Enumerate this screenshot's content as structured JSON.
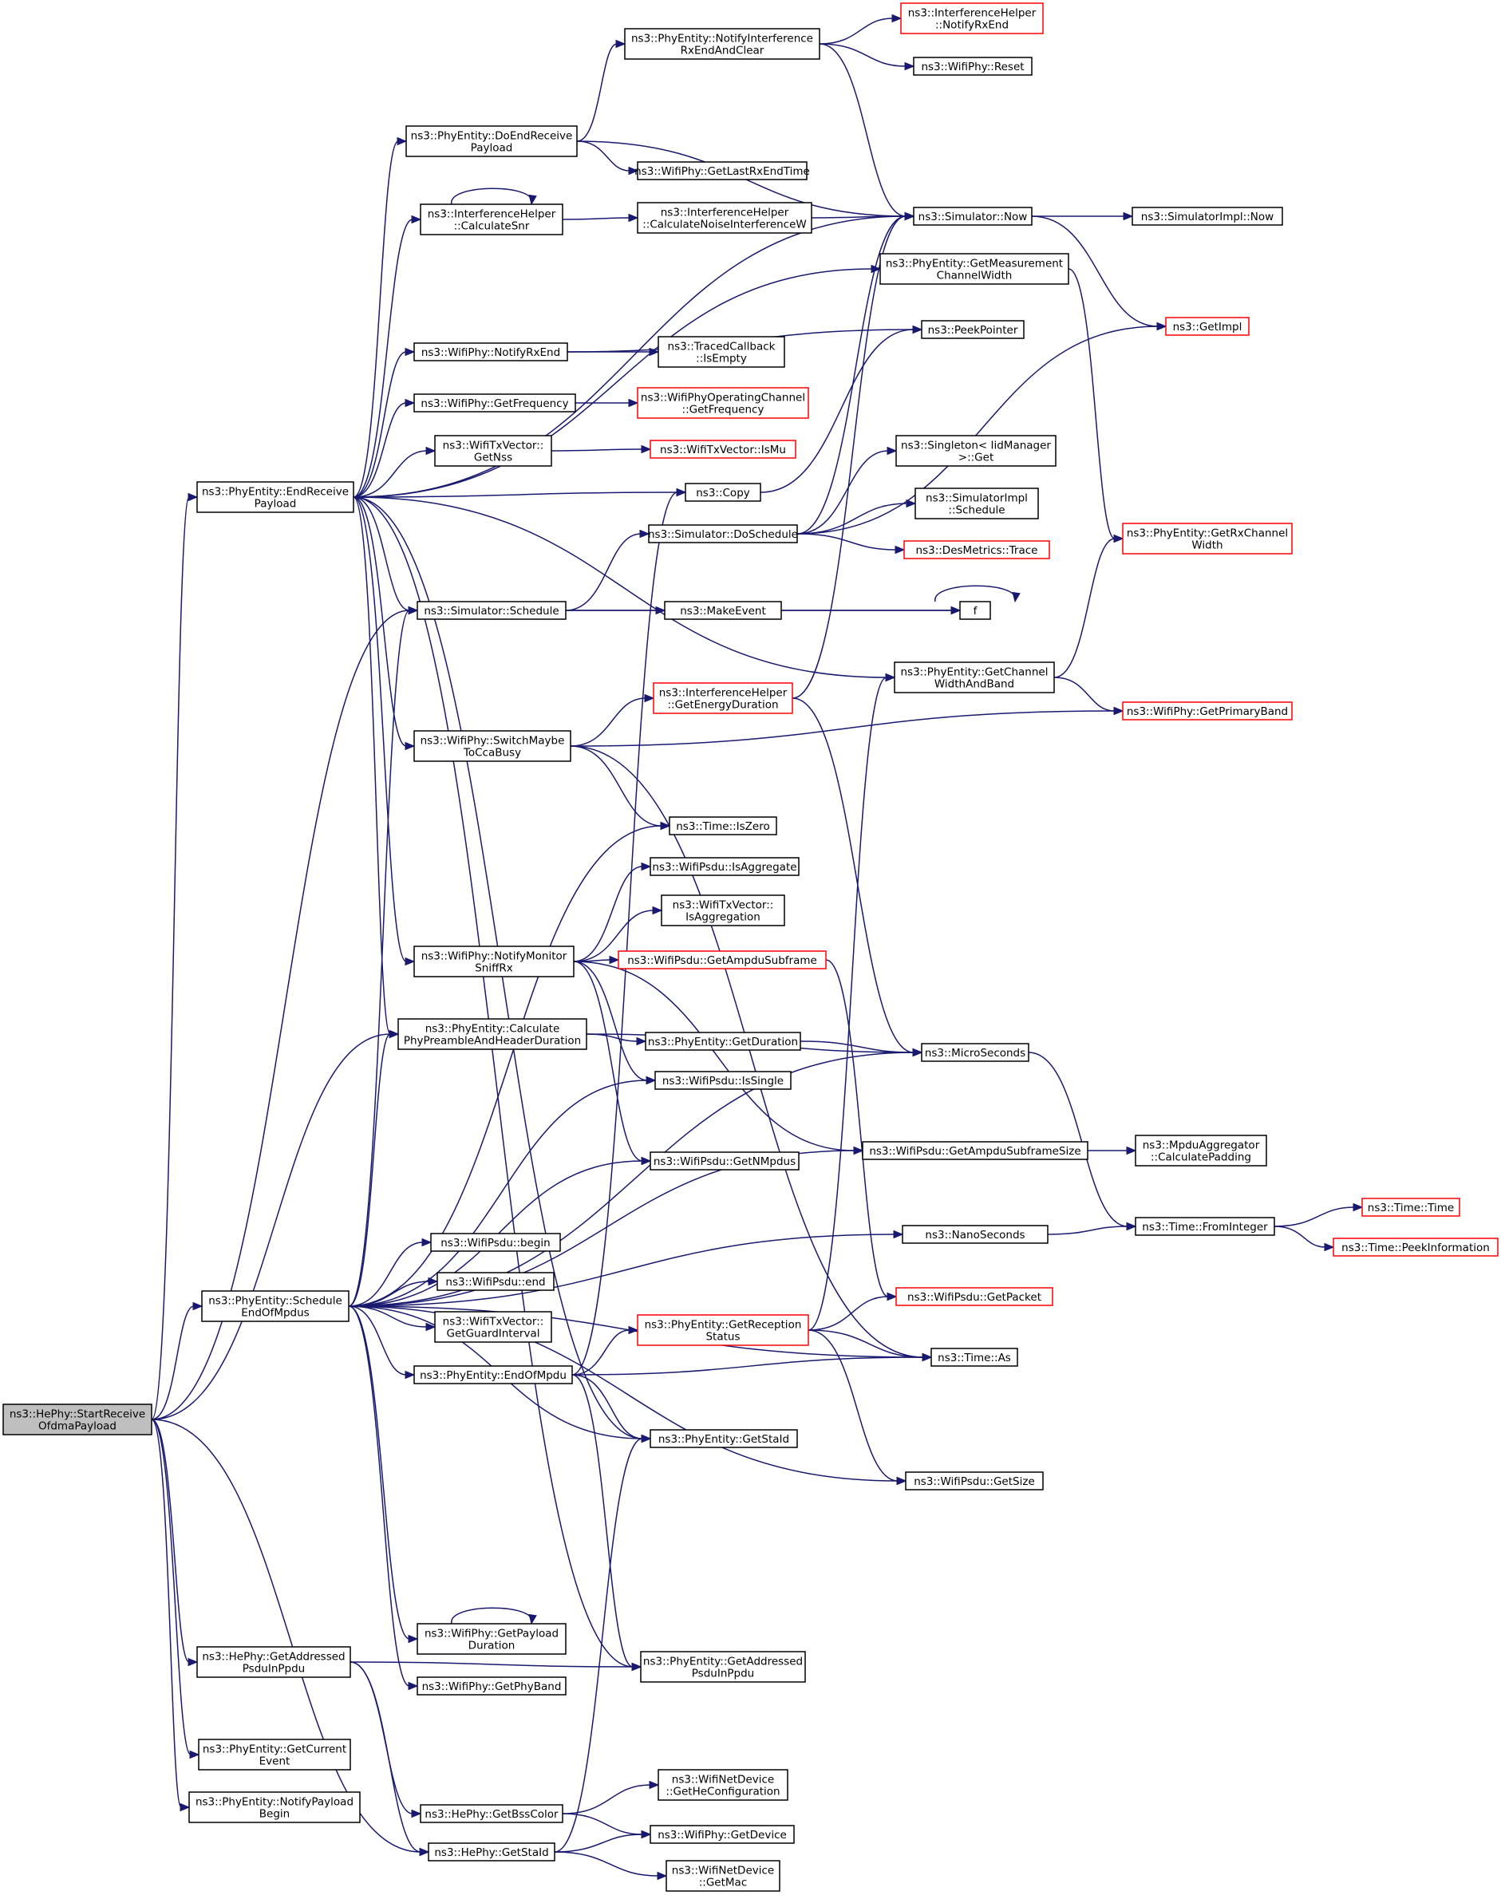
{
  "nodes": [
    {
      "id": "start",
      "lines": [
        "ns3::HePhy::StartReceive",
        "OfdmaPayload"
      ],
      "style": "root"
    },
    {
      "id": "endRx",
      "lines": [
        "ns3::PhyEntity::EndReceive",
        "Payload"
      ]
    },
    {
      "id": "schedEnd",
      "lines": [
        "ns3::PhyEntity::Schedule",
        "EndOfMpdus"
      ]
    },
    {
      "id": "heGetAddr",
      "lines": [
        "ns3::HePhy::GetAddressed",
        "PsduInPpdu"
      ]
    },
    {
      "id": "curEvent",
      "lines": [
        "ns3::PhyEntity::GetCurrent",
        "Event"
      ]
    },
    {
      "id": "notifyPayload",
      "lines": [
        "ns3::PhyEntity::NotifyPayload",
        "Begin"
      ]
    },
    {
      "id": "doEndRx",
      "lines": [
        "ns3::PhyEntity::DoEndReceive",
        "Payload"
      ]
    },
    {
      "id": "calcSnr",
      "lines": [
        "ns3::InterferenceHelper",
        "::CalculateSnr"
      ]
    },
    {
      "id": "notifyRxEnd",
      "lines": [
        "ns3::WifiPhy::NotifyRxEnd"
      ]
    },
    {
      "id": "getFreq",
      "lines": [
        "ns3::WifiPhy::GetFrequency"
      ]
    },
    {
      "id": "getNss",
      "lines": [
        "ns3::WifiTxVector::",
        "GetNss"
      ]
    },
    {
      "id": "simSchedule",
      "lines": [
        "ns3::Simulator::Schedule"
      ]
    },
    {
      "id": "switchCca",
      "lines": [
        "ns3::WifiPhy::SwitchMaybe",
        "ToCcaBusy"
      ]
    },
    {
      "id": "notifyMon",
      "lines": [
        "ns3::WifiPhy::NotifyMonitor",
        "SniffRx"
      ]
    },
    {
      "id": "calcPre",
      "lines": [
        "ns3::PhyEntity::Calculate",
        "PhyPreambleAndHeaderDuration"
      ]
    },
    {
      "id": "begin",
      "lines": [
        "ns3::WifiPsdu::begin"
      ]
    },
    {
      "id": "end",
      "lines": [
        "ns3::WifiPsdu::end"
      ]
    },
    {
      "id": "guard",
      "lines": [
        "ns3::WifiTxVector::",
        "GetGuardInterval"
      ]
    },
    {
      "id": "endMpdu",
      "lines": [
        "ns3::PhyEntity::EndOfMpdu"
      ]
    },
    {
      "id": "payloadDur",
      "lines": [
        "ns3::WifiPhy::GetPayload",
        "Duration"
      ]
    },
    {
      "id": "phyBand",
      "lines": [
        "ns3::WifiPhy::GetPhyBand"
      ]
    },
    {
      "id": "bssColor",
      "lines": [
        "ns3::HePhy::GetBssColor"
      ]
    },
    {
      "id": "heStaId",
      "lines": [
        "ns3::HePhy::GetStaId"
      ]
    },
    {
      "id": "notifyIntf",
      "lines": [
        "ns3::PhyEntity::NotifyInterference",
        "RxEndAndClear"
      ]
    },
    {
      "id": "lastRxEnd",
      "lines": [
        "ns3::WifiPhy::GetLastRxEndTime"
      ]
    },
    {
      "id": "calcNoise",
      "lines": [
        "ns3::InterferenceHelper",
        "::CalculateNoiseInterferenceW"
      ]
    },
    {
      "id": "tracedEmpty",
      "lines": [
        "ns3::TracedCallback",
        "::IsEmpty"
      ]
    },
    {
      "id": "chanFreq",
      "lines": [
        "ns3::WifiPhyOperatingChannel",
        "::GetFrequency"
      ],
      "style": "red"
    },
    {
      "id": "isMu",
      "lines": [
        "ns3::WifiTxVector::IsMu"
      ],
      "style": "red"
    },
    {
      "id": "copy",
      "lines": [
        "ns3::Copy"
      ]
    },
    {
      "id": "doSchedule",
      "lines": [
        "ns3::Simulator::DoSchedule"
      ]
    },
    {
      "id": "makeEvent",
      "lines": [
        "ns3::MakeEvent"
      ]
    },
    {
      "id": "energyDur",
      "lines": [
        "ns3::InterferenceHelper",
        "::GetEnergyDuration"
      ],
      "style": "red"
    },
    {
      "id": "isZero",
      "lines": [
        "ns3::Time::IsZero"
      ]
    },
    {
      "id": "isAggregate",
      "lines": [
        "ns3::WifiPsdu::IsAggregate"
      ]
    },
    {
      "id": "isAggregation",
      "lines": [
        "ns3::WifiTxVector::",
        "IsAggregation"
      ]
    },
    {
      "id": "ampduSub",
      "lines": [
        "ns3::WifiPsdu::GetAmpduSubframe"
      ],
      "style": "red"
    },
    {
      "id": "getDuration",
      "lines": [
        "ns3::PhyEntity::GetDuration"
      ]
    },
    {
      "id": "isSingle",
      "lines": [
        "ns3::WifiPsdu::IsSingle"
      ]
    },
    {
      "id": "nMpdus",
      "lines": [
        "ns3::WifiPsdu::GetNMpdus"
      ]
    },
    {
      "id": "recStatus",
      "lines": [
        "ns3::PhyEntity::GetReception",
        "Status"
      ],
      "style": "red"
    },
    {
      "id": "staId",
      "lines": [
        "ns3::PhyEntity::GetStaId"
      ]
    },
    {
      "id": "peAddr",
      "lines": [
        "ns3::PhyEntity::GetAddressed",
        "PsduInPpdu"
      ]
    },
    {
      "id": "heConfig",
      "lines": [
        "ns3::WifiNetDevice",
        "::GetHeConfiguration"
      ]
    },
    {
      "id": "getDevice",
      "lines": [
        "ns3::WifiPhy::GetDevice"
      ]
    },
    {
      "id": "getMac",
      "lines": [
        "ns3::WifiNetDevice",
        "::GetMac"
      ]
    },
    {
      "id": "ihNotifyRxEnd",
      "lines": [
        "ns3::InterferenceHelper",
        "::NotifyRxEnd"
      ],
      "style": "red"
    },
    {
      "id": "reset",
      "lines": [
        "ns3::WifiPhy::Reset"
      ]
    },
    {
      "id": "now",
      "lines": [
        "ns3::Simulator::Now"
      ]
    },
    {
      "id": "measChan",
      "lines": [
        "ns3::PhyEntity::GetMeasurement",
        "ChannelWidth"
      ]
    },
    {
      "id": "peek",
      "lines": [
        "ns3::PeekPointer"
      ]
    },
    {
      "id": "singleton",
      "lines": [
        "ns3::Singleton< IidManager",
        ">::Get"
      ]
    },
    {
      "id": "implSchedule",
      "lines": [
        "ns3::SimulatorImpl",
        "::Schedule"
      ]
    },
    {
      "id": "desTrace",
      "lines": [
        "ns3::DesMetrics::Trace"
      ],
      "style": "red"
    },
    {
      "id": "f",
      "lines": [
        "f"
      ]
    },
    {
      "id": "chanWidthBand",
      "lines": [
        "ns3::PhyEntity::GetChannel",
        "WidthAndBand"
      ]
    },
    {
      "id": "microSec",
      "lines": [
        "ns3::MicroSeconds"
      ]
    },
    {
      "id": "ampduSubSize",
      "lines": [
        "ns3::WifiPsdu::GetAmpduSubframeSize"
      ]
    },
    {
      "id": "nanoSec",
      "lines": [
        "ns3::NanoSeconds"
      ]
    },
    {
      "id": "getPacket",
      "lines": [
        "ns3::WifiPsdu::GetPacket"
      ],
      "style": "red"
    },
    {
      "id": "timeAs",
      "lines": [
        "ns3::Time::As"
      ]
    },
    {
      "id": "getSize",
      "lines": [
        "ns3::WifiPsdu::GetSize"
      ]
    },
    {
      "id": "implNow",
      "lines": [
        "ns3::SimulatorImpl::Now"
      ]
    },
    {
      "id": "getImpl",
      "lines": [
        "ns3::GetImpl"
      ],
      "style": "red"
    },
    {
      "id": "rxChanWidth",
      "lines": [
        "ns3::PhyEntity::GetRxChannel",
        "Width"
      ],
      "style": "red"
    },
    {
      "id": "primaryBand",
      "lines": [
        "ns3::WifiPhy::GetPrimaryBand"
      ],
      "style": "red"
    },
    {
      "id": "calcPadding",
      "lines": [
        "ns3::MpduAggregator",
        "::CalculatePadding"
      ]
    },
    {
      "id": "fromInteger",
      "lines": [
        "ns3::Time::FromInteger"
      ]
    },
    {
      "id": "timeTime",
      "lines": [
        "ns3::Time::Time"
      ],
      "style": "red"
    },
    {
      "id": "peekInfo",
      "lines": [
        "ns3::Time::PeekInformation"
      ],
      "style": "red"
    }
  ],
  "edges": [
    [
      "start",
      "endRx"
    ],
    [
      "start",
      "schedEnd"
    ],
    [
      "start",
      "heGetAddr"
    ],
    [
      "start",
      "curEvent"
    ],
    [
      "start",
      "notifyPayload"
    ],
    [
      "start",
      "simSchedule"
    ],
    [
      "start",
      "calcPre"
    ],
    [
      "start",
      "heStaId"
    ],
    [
      "endRx",
      "doEndRx"
    ],
    [
      "endRx",
      "calcSnr"
    ],
    [
      "endRx",
      "notifyRxEnd"
    ],
    [
      "endRx",
      "getFreq"
    ],
    [
      "endRx",
      "getNss"
    ],
    [
      "endRx",
      "copy"
    ],
    [
      "endRx",
      "simSchedule"
    ],
    [
      "endRx",
      "switchCca"
    ],
    [
      "endRx",
      "notifyMon"
    ],
    [
      "endRx",
      "calcPre"
    ],
    [
      "endRx",
      "now"
    ],
    [
      "endRx",
      "measChan"
    ],
    [
      "endRx",
      "chanWidthBand"
    ],
    [
      "endRx",
      "staId"
    ],
    [
      "endRx",
      "peAddr"
    ],
    [
      "schedEnd",
      "simSchedule"
    ],
    [
      "schedEnd",
      "calcPre"
    ],
    [
      "schedEnd",
      "begin"
    ],
    [
      "schedEnd",
      "end"
    ],
    [
      "schedEnd",
      "guard"
    ],
    [
      "schedEnd",
      "endMpdu"
    ],
    [
      "schedEnd",
      "payloadDur"
    ],
    [
      "schedEnd",
      "phyBand"
    ],
    [
      "schedEnd",
      "isZero"
    ],
    [
      "schedEnd",
      "isSingle"
    ],
    [
      "schedEnd",
      "nMpdus"
    ],
    [
      "schedEnd",
      "ampduSubSize"
    ],
    [
      "schedEnd",
      "nanoSec"
    ],
    [
      "schedEnd",
      "timeAs"
    ],
    [
      "schedEnd",
      "getSize"
    ],
    [
      "schedEnd",
      "staId"
    ],
    [
      "schedEnd",
      "microSec"
    ],
    [
      "heGetAddr",
      "peAddr"
    ],
    [
      "heGetAddr",
      "bssColor"
    ],
    [
      "heGetAddr",
      "heStaId"
    ],
    [
      "doEndRx",
      "notifyIntf"
    ],
    [
      "doEndRx",
      "lastRxEnd"
    ],
    [
      "doEndRx",
      "now"
    ],
    [
      "calcSnr",
      "calcSnr"
    ],
    [
      "calcSnr",
      "calcNoise"
    ],
    [
      "notifyRxEnd",
      "tracedEmpty"
    ],
    [
      "notifyRxEnd",
      "peek"
    ],
    [
      "getFreq",
      "chanFreq"
    ],
    [
      "getNss",
      "isMu"
    ],
    [
      "simSchedule",
      "doSchedule"
    ],
    [
      "simSchedule",
      "makeEvent"
    ],
    [
      "simSchedule",
      "f"
    ],
    [
      "switchCca",
      "energyDur"
    ],
    [
      "switchCca",
      "isZero"
    ],
    [
      "switchCca",
      "primaryBand"
    ],
    [
      "switchCca",
      "timeAs"
    ],
    [
      "notifyMon",
      "isAggregate"
    ],
    [
      "notifyMon",
      "isAggregation"
    ],
    [
      "notifyMon",
      "ampduSub"
    ],
    [
      "notifyMon",
      "isSingle"
    ],
    [
      "notifyMon",
      "nMpdus"
    ],
    [
      "notifyMon",
      "ampduSubSize"
    ],
    [
      "calcPre",
      "getDuration"
    ],
    [
      "calcPre",
      "microSec"
    ],
    [
      "endMpdu",
      "recStatus"
    ],
    [
      "endMpdu",
      "timeAs"
    ],
    [
      "endMpdu",
      "staId"
    ],
    [
      "endMpdu",
      "peAddr"
    ],
    [
      "endMpdu",
      "copy"
    ],
    [
      "payloadDur",
      "payloadDur"
    ],
    [
      "bssColor",
      "heConfig"
    ],
    [
      "bssColor",
      "getDevice"
    ],
    [
      "heStaId",
      "getDevice"
    ],
    [
      "heStaId",
      "getMac"
    ],
    [
      "heStaId",
      "staId"
    ],
    [
      "notifyIntf",
      "ihNotifyRxEnd"
    ],
    [
      "notifyIntf",
      "reset"
    ],
    [
      "notifyIntf",
      "now"
    ],
    [
      "calcNoise",
      "now"
    ],
    [
      "copy",
      "peek"
    ],
    [
      "doSchedule",
      "now"
    ],
    [
      "doSchedule",
      "getImpl"
    ],
    [
      "doSchedule",
      "singleton"
    ],
    [
      "doSchedule",
      "implSchedule"
    ],
    [
      "doSchedule",
      "desTrace"
    ],
    [
      "makeEvent",
      "f"
    ],
    [
      "f",
      "f"
    ],
    [
      "energyDur",
      "now"
    ],
    [
      "energyDur",
      "microSec"
    ],
    [
      "ampduSub",
      "getPacket"
    ],
    [
      "getDuration",
      "microSec"
    ],
    [
      "recStatus",
      "chanWidthBand"
    ],
    [
      "recStatus",
      "getPacket"
    ],
    [
      "recStatus",
      "timeAs"
    ],
    [
      "recStatus",
      "getSize"
    ],
    [
      "now",
      "implNow"
    ],
    [
      "now",
      "getImpl"
    ],
    [
      "measChan",
      "rxChanWidth"
    ],
    [
      "chanWidthBand",
      "rxChanWidth"
    ],
    [
      "chanWidthBand",
      "primaryBand"
    ],
    [
      "microSec",
      "fromInteger"
    ],
    [
      "nanoSec",
      "fromInteger"
    ],
    [
      "ampduSubSize",
      "calcPadding"
    ],
    [
      "fromInteger",
      "timeTime"
    ],
    [
      "fromInteger",
      "peekInfo"
    ]
  ]
}
